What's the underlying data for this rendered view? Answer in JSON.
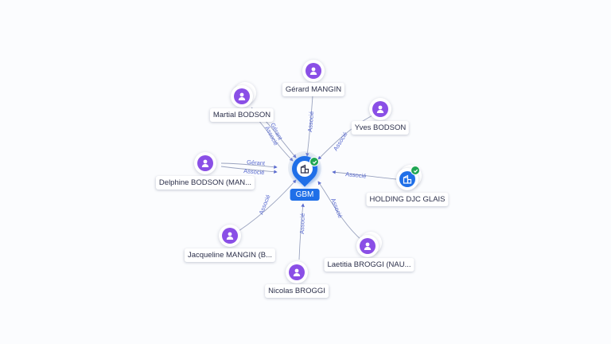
{
  "center": {
    "label": "GBM",
    "icon": "building-icon",
    "verified": true
  },
  "nodes": [
    {
      "id": "gerard",
      "label": "Gérard MANGIN",
      "icon": "person-icon"
    },
    {
      "id": "martial",
      "label": "Martial BODSON",
      "icon": "person-icon"
    },
    {
      "id": "yves",
      "label": "Yves BODSON",
      "icon": "person-icon"
    },
    {
      "id": "delphine",
      "label": "Delphine BODSON (MAN...",
      "icon": "person-icon"
    },
    {
      "id": "holding",
      "label": "HOLDING DJC GLAIS",
      "icon": "building-icon",
      "verified": true
    },
    {
      "id": "jacqueline",
      "label": "Jacqueline MANGIN (B...",
      "icon": "person-icon"
    },
    {
      "id": "laetitia",
      "label": "Laetitia BROGGI (NAU...",
      "icon": "person-icon"
    },
    {
      "id": "nicolas",
      "label": "Nicolas BROGGI",
      "icon": "person-icon"
    }
  ],
  "edges": [
    {
      "from": "gerard",
      "labels": [
        "Associé"
      ]
    },
    {
      "from": "martial",
      "labels": [
        "Gérant",
        "Associé"
      ]
    },
    {
      "from": "yves",
      "labels": [
        "Associé"
      ]
    },
    {
      "from": "delphine",
      "labels": [
        "Gérant",
        "Associé"
      ]
    },
    {
      "from": "holding",
      "labels": [
        "Associé"
      ]
    },
    {
      "from": "jacqueline",
      "labels": [
        "Associé"
      ]
    },
    {
      "from": "laetitia",
      "labels": [
        "Associé"
      ]
    },
    {
      "from": "nicolas",
      "labels": [
        "Associé"
      ]
    }
  ],
  "colors": {
    "person": "#8a4fe6",
    "organization": "#1f6fe8",
    "verified": "#1fa653",
    "edge_label": "#5a6bd0"
  }
}
